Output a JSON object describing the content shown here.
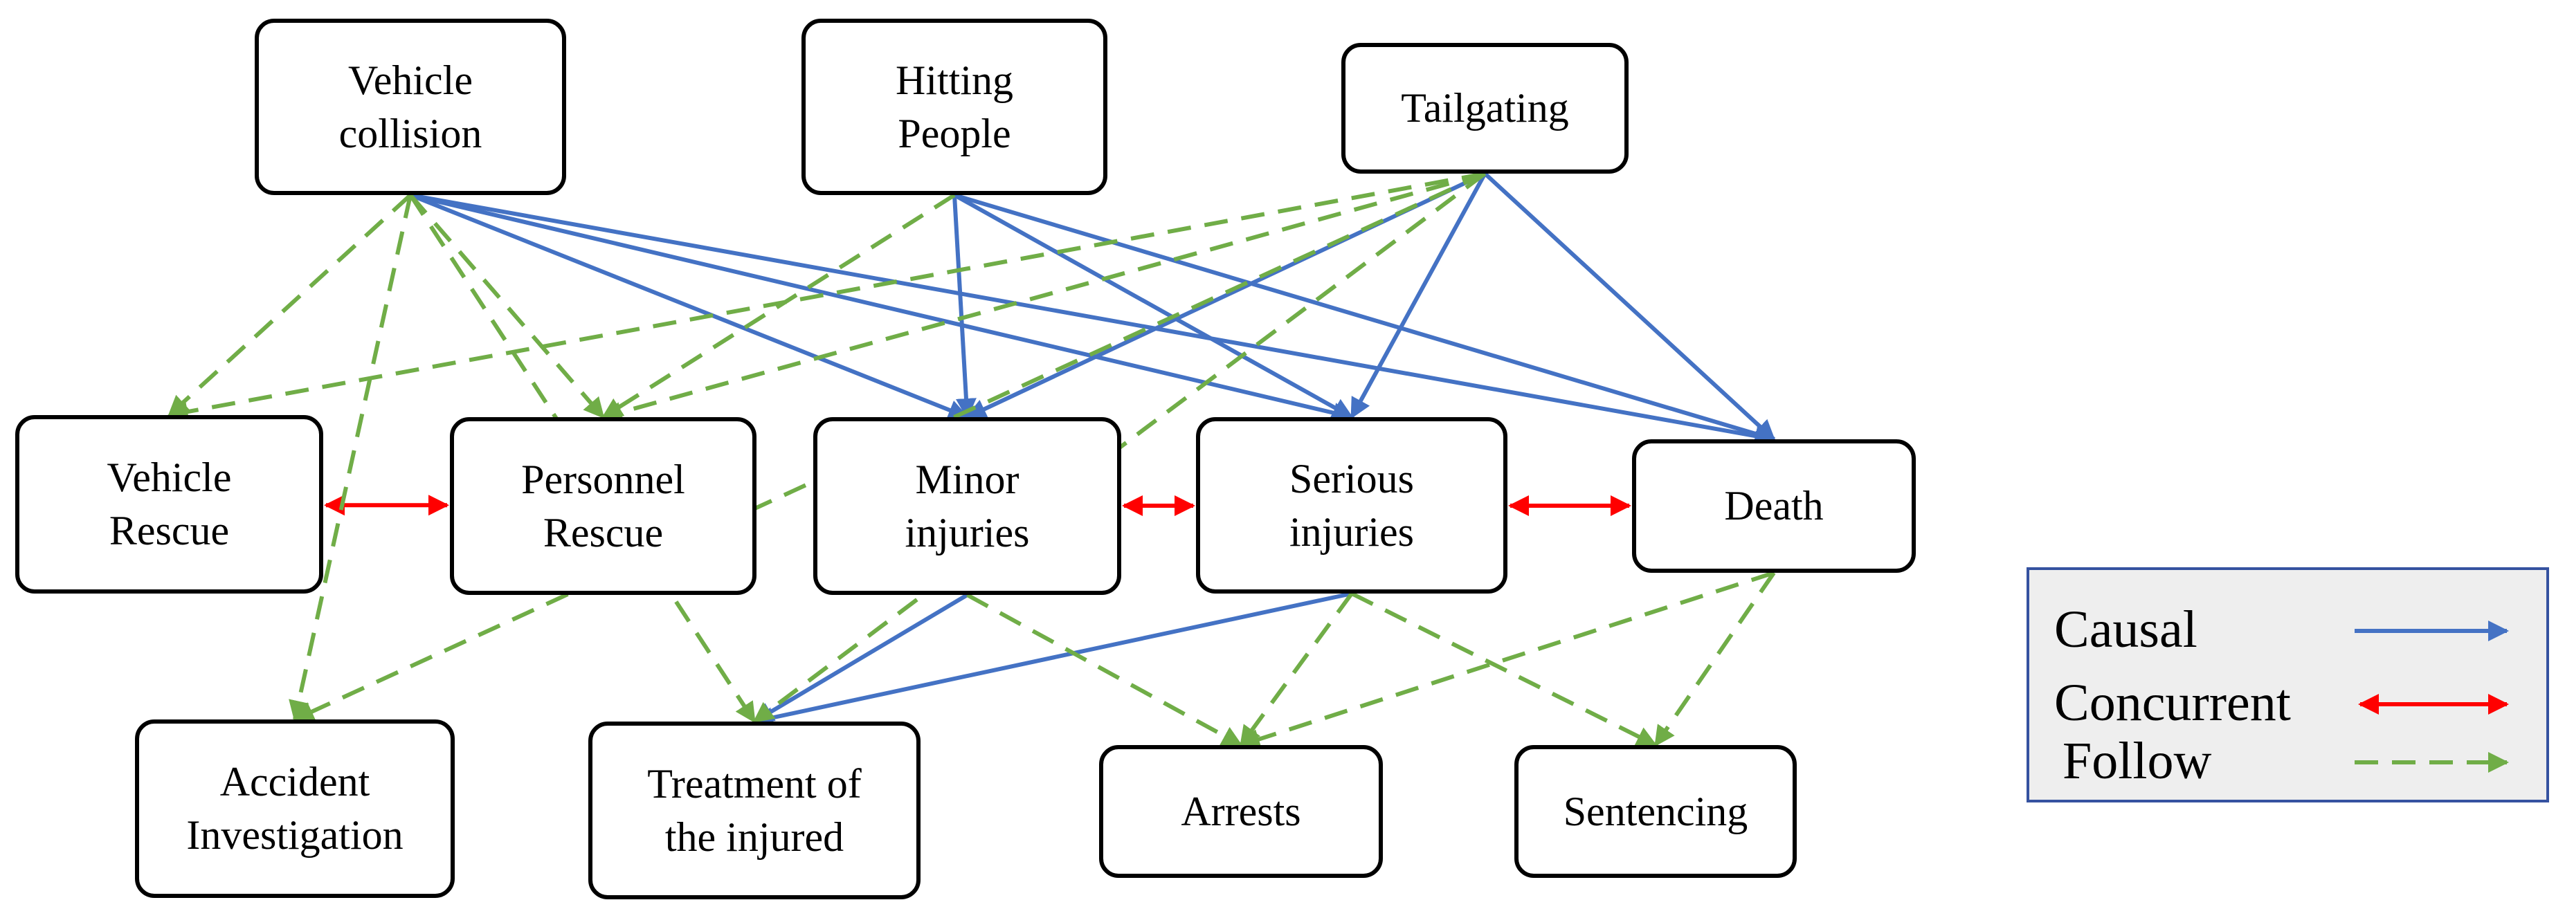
{
  "colors": {
    "causal": "#4472c4",
    "concurrent": "#ff0000",
    "follow": "#70ad47",
    "legend_bg": "#eeeeee",
    "legend_border": "#3552a0"
  },
  "nodes": {
    "vehicle_collision": "Vehicle\ncollision",
    "hitting_people": "Hitting\nPeople",
    "tailgating": "Tailgating",
    "vehicle_rescue": "Vehicle\nRescue",
    "personnel_rescue": "Personnel\nRescue",
    "minor_injuries": "Minor\ninjuries",
    "serious_injuries": "Serious\ninjuries",
    "death": "Death",
    "accident_investigation": "Accident\nInvestigation",
    "treatment": "Treatment of\nthe injured",
    "arrests": "Arrests",
    "sentencing": "Sentencing"
  },
  "edges": [
    {
      "from": "vehicle_collision",
      "to": "minor_injuries",
      "type": "causal"
    },
    {
      "from": "vehicle_collision",
      "to": "serious_injuries",
      "type": "causal"
    },
    {
      "from": "vehicle_collision",
      "to": "death",
      "type": "causal"
    },
    {
      "from": "hitting_people",
      "to": "minor_injuries",
      "type": "causal"
    },
    {
      "from": "hitting_people",
      "to": "serious_injuries",
      "type": "causal"
    },
    {
      "from": "hitting_people",
      "to": "death",
      "type": "causal"
    },
    {
      "from": "tailgating",
      "to": "minor_injuries",
      "type": "causal"
    },
    {
      "from": "tailgating",
      "to": "serious_injuries",
      "type": "causal"
    },
    {
      "from": "tailgating",
      "to": "death",
      "type": "causal"
    },
    {
      "from": "minor_injuries",
      "to": "treatment",
      "type": "causal"
    },
    {
      "from": "serious_injuries",
      "to": "treatment",
      "type": "causal"
    },
    {
      "from": "vehicle_rescue",
      "to": "personnel_rescue",
      "type": "concurrent"
    },
    {
      "from": "minor_injuries",
      "to": "serious_injuries",
      "type": "concurrent"
    },
    {
      "from": "serious_injuries",
      "to": "death",
      "type": "concurrent"
    },
    {
      "from": "vehicle_collision",
      "to": "vehicle_rescue",
      "type": "follow"
    },
    {
      "from": "vehicle_collision",
      "to": "personnel_rescue",
      "type": "follow"
    },
    {
      "from": "vehicle_collision",
      "to": "accident_investigation",
      "type": "follow"
    },
    {
      "from": "vehicle_collision",
      "to": "treatment",
      "type": "follow"
    },
    {
      "from": "hitting_people",
      "to": "personnel_rescue",
      "type": "follow"
    },
    {
      "from": "tailgating",
      "to": "vehicle_rescue",
      "type": "follow"
    },
    {
      "from": "tailgating",
      "to": "personnel_rescue",
      "type": "follow"
    },
    {
      "from": "tailgating",
      "to": "accident_investigation",
      "type": "follow"
    },
    {
      "from": "tailgating",
      "to": "treatment",
      "type": "follow"
    },
    {
      "from": "minor_injuries",
      "to": "arrests",
      "type": "follow"
    },
    {
      "from": "serious_injuries",
      "to": "arrests",
      "type": "follow"
    },
    {
      "from": "serious_injuries",
      "to": "sentencing",
      "type": "follow"
    },
    {
      "from": "death",
      "to": "arrests",
      "type": "follow"
    },
    {
      "from": "death",
      "to": "sentencing",
      "type": "follow"
    }
  ],
  "legend": {
    "causal": "Causal",
    "concurrent": "Concurrent",
    "follow": "Follow"
  }
}
